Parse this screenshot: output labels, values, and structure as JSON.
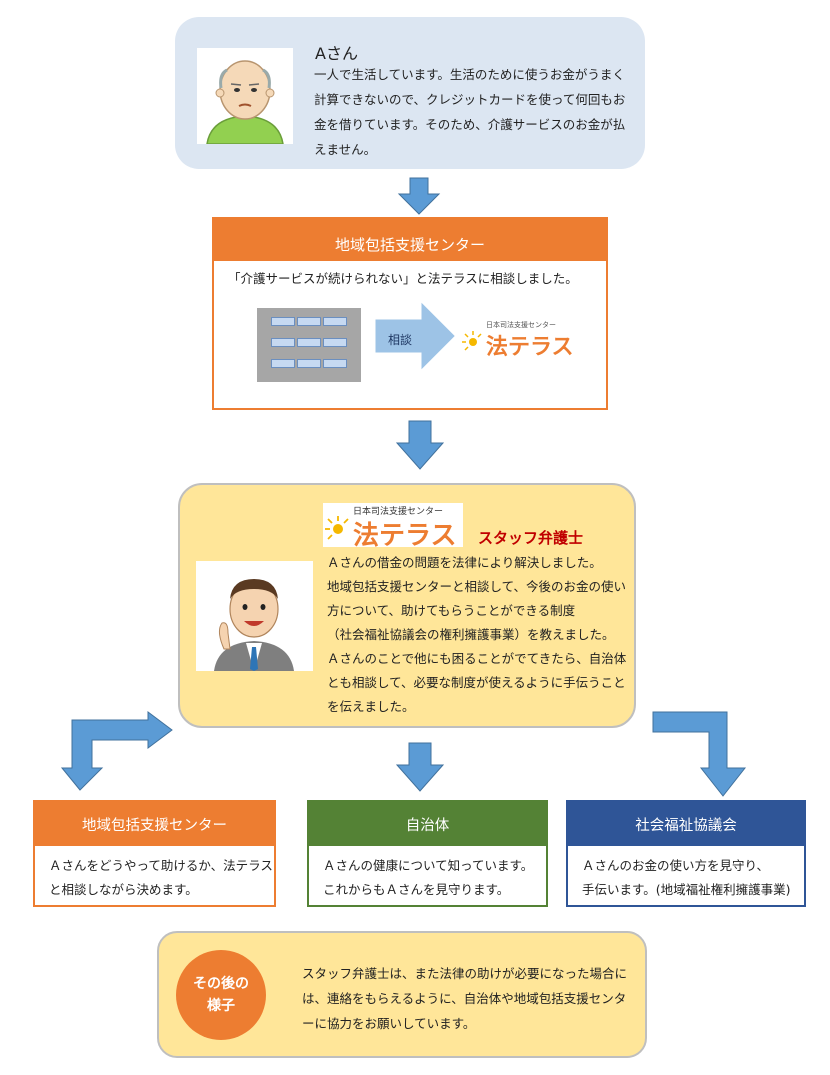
{
  "person_a": {
    "name": "Aさん",
    "description": "一人で生活しています。生活のために使うお金がうまく計算できないので、クレジットカードを使って何回もお金を借りています。そのため、介護サービスのお金が払えません。"
  },
  "center": {
    "title": "地域包括支援センター",
    "consult_text": "「介護サービスが続けられない」と法テラスに相談しました。",
    "consult_label": "相談"
  },
  "houterasu": {
    "org_small": "日本司法支援センター",
    "logo_text": "法テラス"
  },
  "legal": {
    "role": "スタッフ弁護士",
    "lines": [
      "Ａさんの借金の問題を法律により解決しました。",
      "地域包括支援センターと相談して、今後のお金の使い方について、助けてもらうことができる制度",
      "（社会福祉協議会の権利擁護事業）を教えました。",
      "Ａさんのことで他にも困ることがでてきたら、自治体とも相談して、必要な制度が使えるように手伝うことを伝えました。"
    ]
  },
  "orgs": [
    {
      "title": "地域包括支援センター",
      "lines": [
        "Ａさんをどうやって助けるか、法テラス",
        "と相談しながら決めます。"
      ]
    },
    {
      "title": "自治体",
      "lines": [
        "Ａさんの健康について知っています。",
        "これからもＡさんを見守ります。"
      ]
    },
    {
      "title": "社会福祉協議会",
      "lines": [
        "Ａさんのお金の使い方を見守り、",
        "手伝います。(地域福祉権利擁護事業)"
      ]
    }
  ],
  "after": {
    "label_line1": "その後の",
    "label_line2": "様子",
    "text": "スタッフ弁護士は、また法律の助けが必要になった場合には、連絡をもらえるように、自治体や地域包括支援センターに協力をお願いしています。"
  },
  "colors": {
    "arrow": "#5b9bd5",
    "orange": "#ed7d31",
    "green": "#548235",
    "navy": "#2f5597",
    "light_blue": "#dce6f2",
    "yellow": "#ffe699"
  }
}
